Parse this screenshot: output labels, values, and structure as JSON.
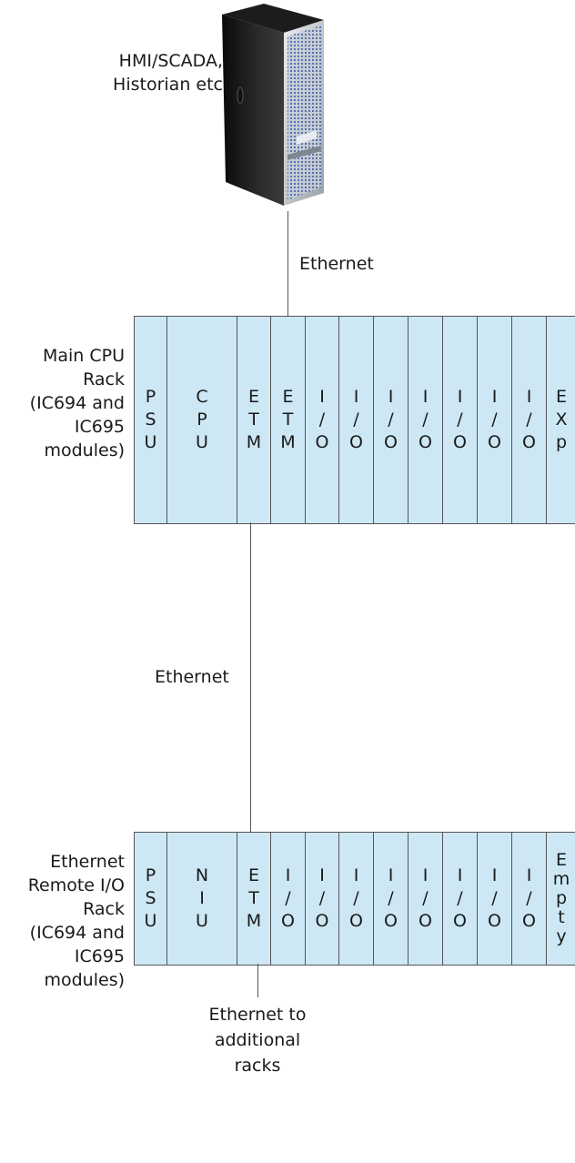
{
  "server_label": "HMI/SCADA,\nHistorian etc",
  "link1_label": "Ethernet",
  "link2_label": "Ethernet",
  "link3_label": "Ethernet to\nadditional\nracks",
  "main_rack": {
    "label": "Main CPU\nRack\n(IC694 and\nIC695\nmodules)",
    "slots": [
      "P\nS\nU",
      "C\nP\nU",
      "E\nT\nM",
      "E\nT\nM",
      "I\n/\nO",
      "I\n/\nO",
      "I\n/\nO",
      "I\n/\nO",
      "I\n/\nO",
      "I\n/\nO",
      "I\n/\nO",
      "E\nX\np"
    ]
  },
  "remote_rack": {
    "label": "Ethernet\nRemote I/O\nRack\n(IC694 and\nIC695\nmodules)",
    "slots": [
      "P\nS\nU",
      "N\nI\nU",
      "E\nT\nM",
      "I\n/\nO",
      "I\n/\nO",
      "I\n/\nO",
      "I\n/\nO",
      "I\n/\nO",
      "I\n/\nO",
      "I\n/\nO",
      "I\n/\nO",
      "E\nm\np\nt\ny"
    ]
  }
}
